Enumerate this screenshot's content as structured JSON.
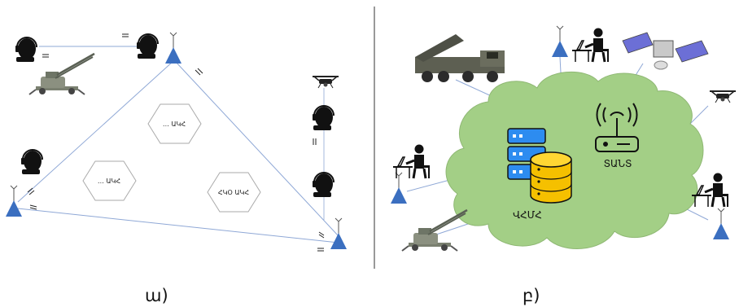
{
  "panel_left": {
    "caption": "ա)",
    "hex_labels": [
      "… ԱԿՀ",
      "… ԱԿՀ",
      "ՀԿՕ ԱԿՀ"
    ]
  },
  "panel_right": {
    "caption": "բ)",
    "server_label": "ՎՀՄՀ",
    "router_label": "ՏԱՆՏ"
  },
  "colors": {
    "antenna": "#3b6fc0",
    "link": "#8fa8d6",
    "cloud": "#a3cf86",
    "server": "#2d8cf0",
    "database": "#f5c000",
    "divider": "#333333"
  },
  "icons": [
    "antenna-tower-icon",
    "headset-operator-icon",
    "anti-aircraft-gun-icon",
    "drone-icon",
    "rocket-launcher-truck-icon",
    "satellite-icon",
    "laptop-user-icon",
    "server-rack-icon",
    "database-icon",
    "wifi-router-icon"
  ]
}
